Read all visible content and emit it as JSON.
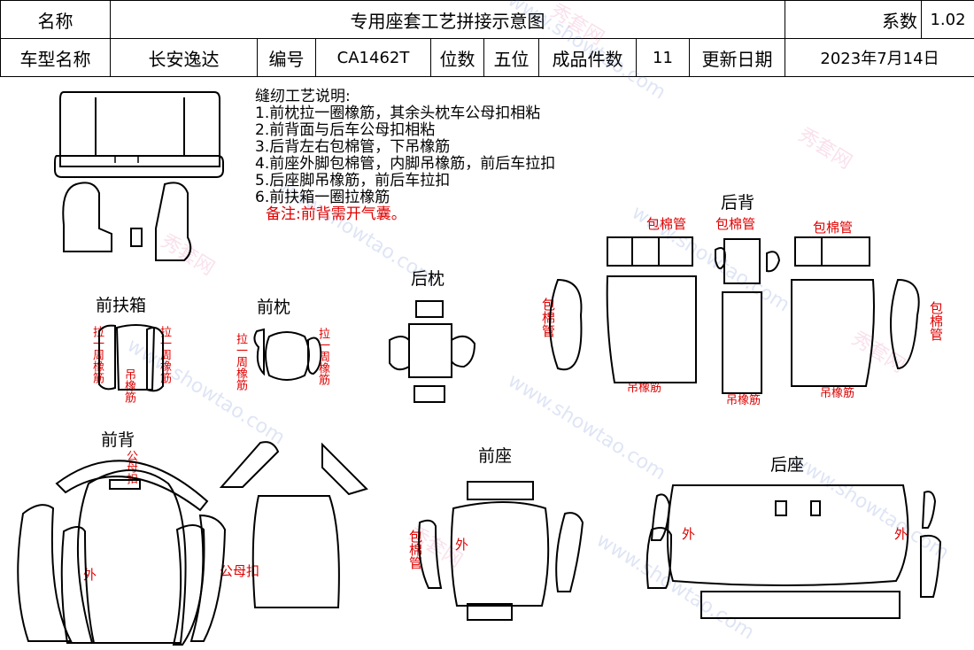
{
  "header": {
    "name_label": "名称",
    "title": "专用座套工艺拼接示意图",
    "coef_label": "系数",
    "coef_value": "1.02",
    "model_label": "车型名称",
    "model_value": "长安逸达",
    "code_label": "编号",
    "code_value": "CA1462T",
    "seats_label": "位数",
    "seats_value": "五位",
    "pieces_label": "成品件数",
    "pieces_value": "11",
    "date_label": "更新日期",
    "date_value": "2023年7月14日"
  },
  "notes": {
    "heading": "缝纫工艺说明:",
    "lines": [
      "1.前枕拉一圈橡筋，其余头枕车公母扣相粘",
      "2.前背面与后车公母扣相粘",
      "3.后背左右包棉管，下吊橡筋",
      "4.前座外脚包棉管，内脚吊橡筋，前后车拉扣",
      "5.后座脚吊橡筋，前后车拉扣",
      "6.前扶箱一圈拉橡筋"
    ],
    "remark": "备注:前背需开气囊。"
  },
  "sections": {
    "front_armrest": "前扶箱",
    "front_headrest": "前枕",
    "rear_headrest": "后枕",
    "rear_back": "后背",
    "front_back": "前背",
    "front_seat": "前座",
    "rear_seat": "后座"
  },
  "annotations": {
    "pull_elastic_loop": "拉一周橡筋",
    "hang_elastic": "吊橡筋",
    "wrap_cotton_tube": "包棉管",
    "snap_buckle": "公母扣",
    "outer": "外"
  },
  "watermark": {
    "url_text": "www.showtao.com",
    "brand_text": "秀套网"
  }
}
